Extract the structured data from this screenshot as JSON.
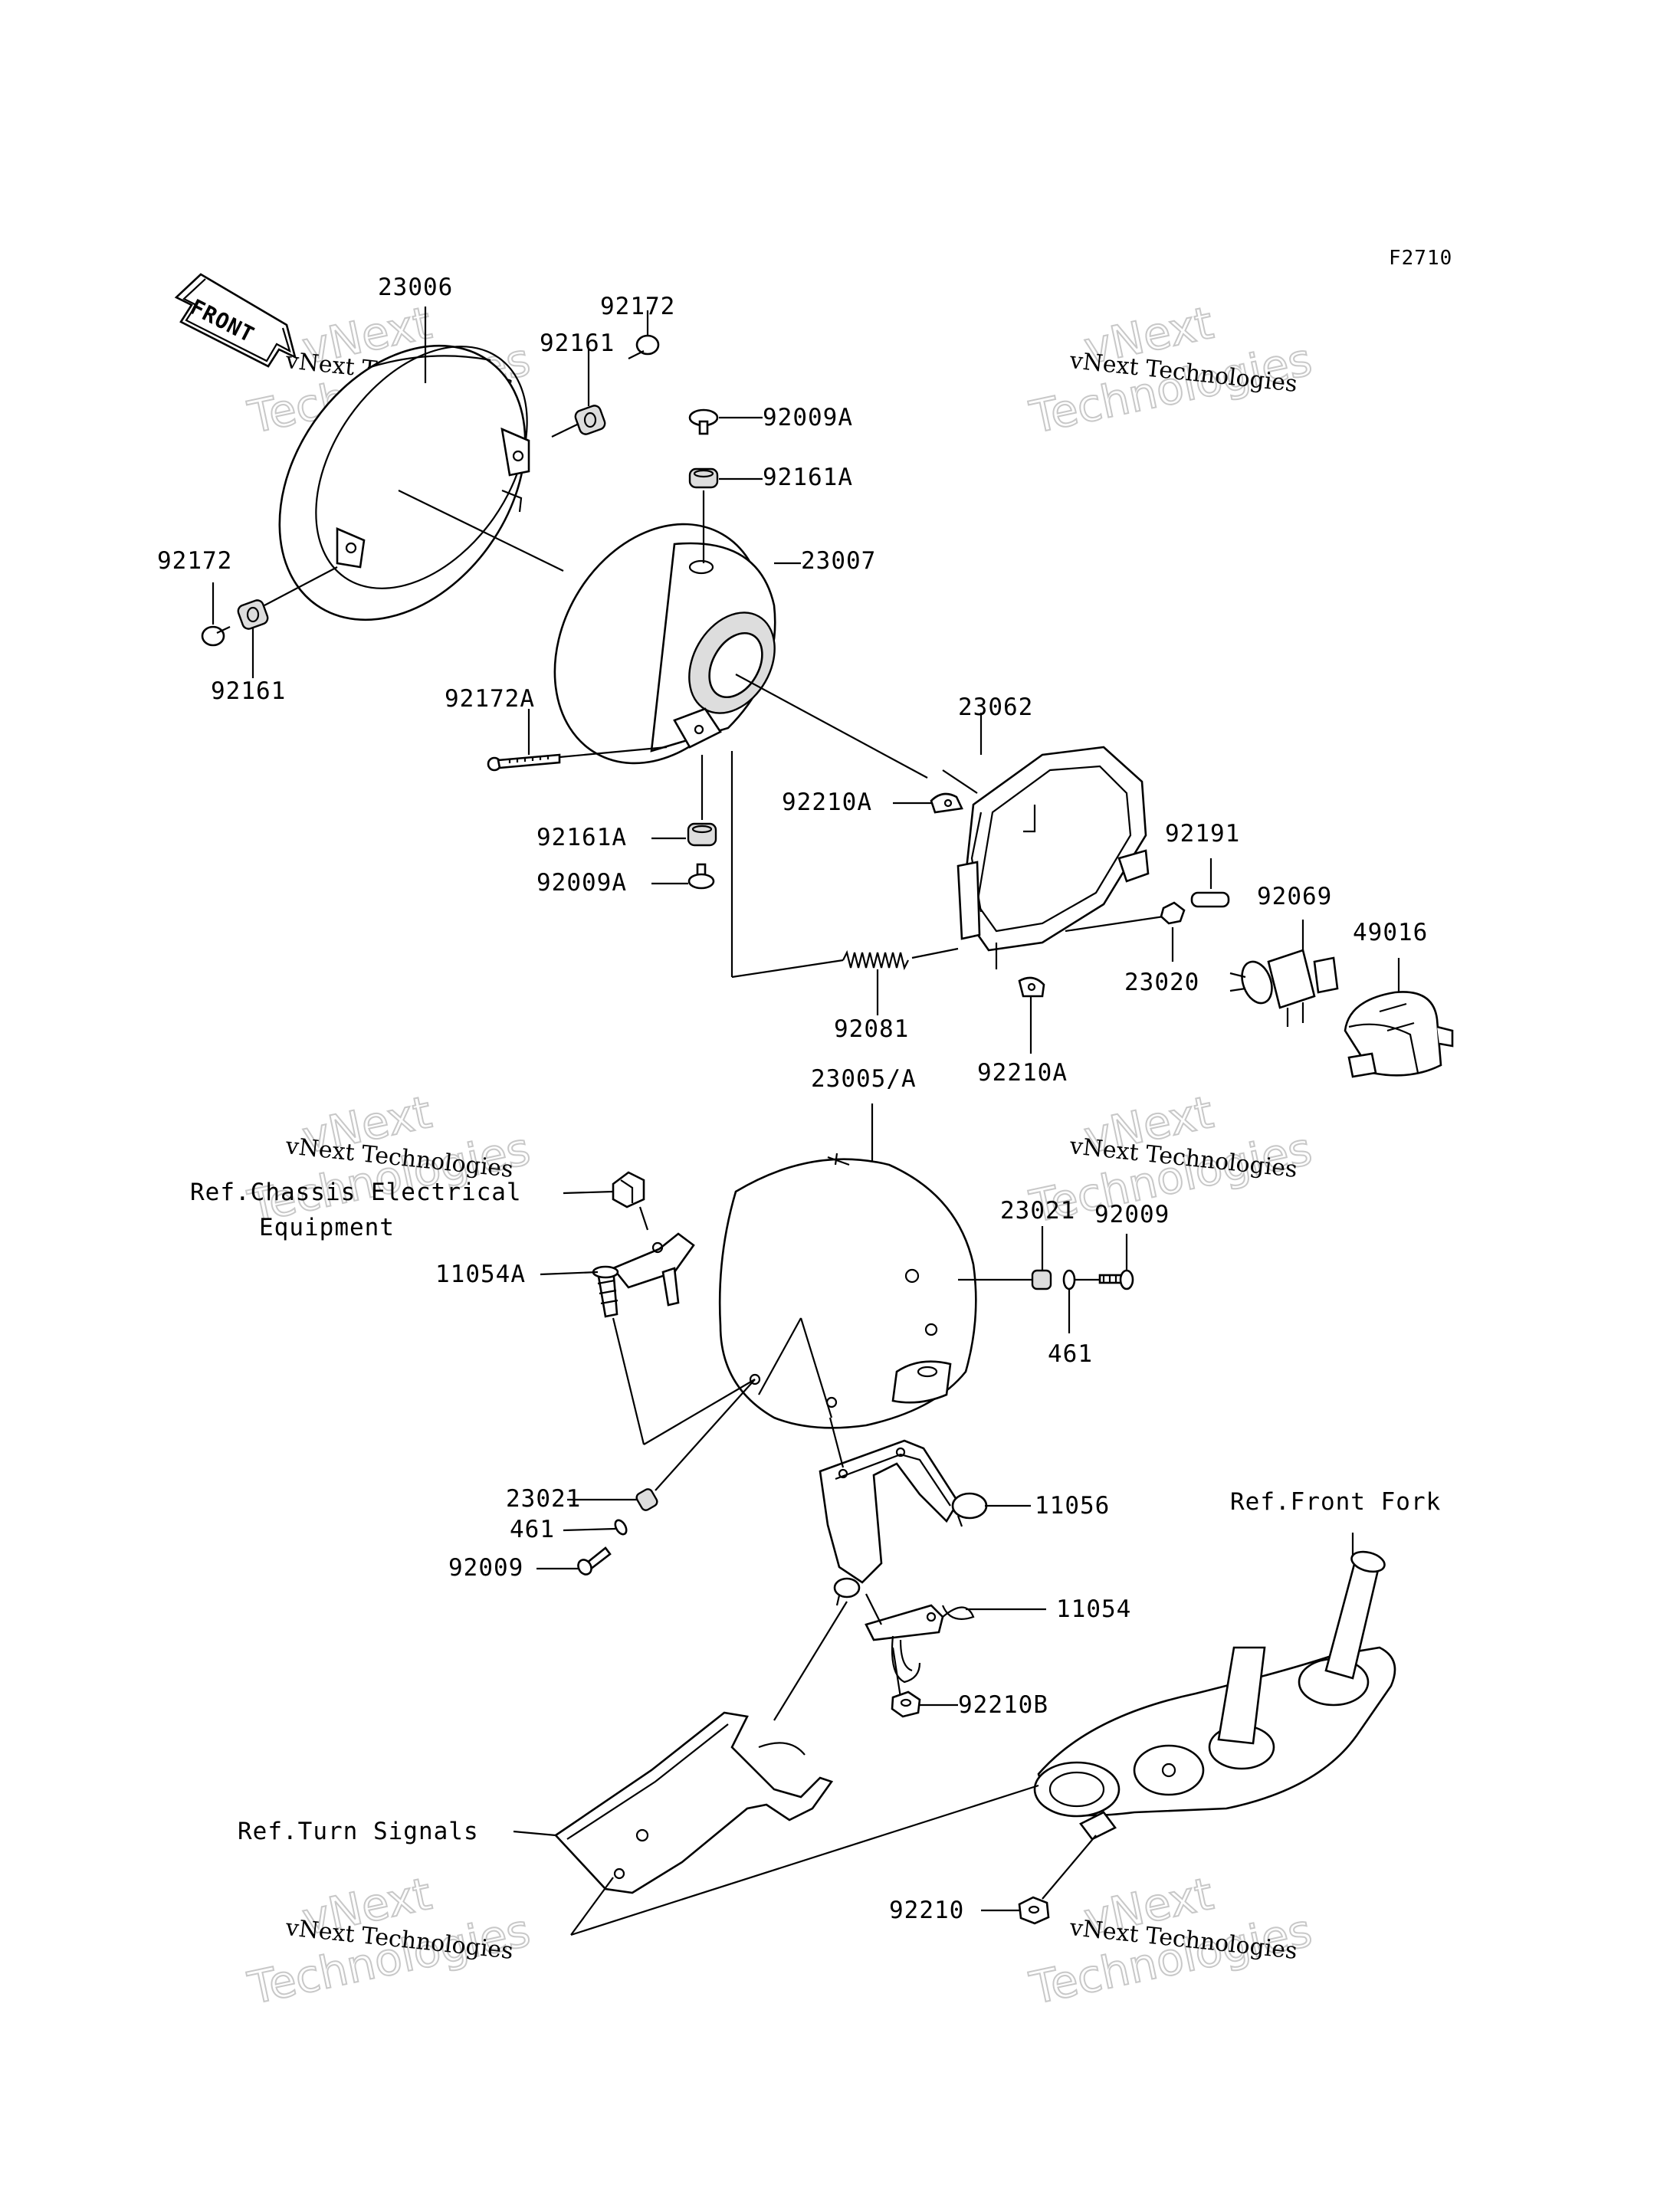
{
  "figure_code": "F2710",
  "front_arrow_label": "FRONT",
  "watermark": {
    "line1": "vNext",
    "line2": "vNext Technologies",
    "line3": "Technologies"
  },
  "callouts": {
    "c23006": "23006",
    "c92172_top": "92172",
    "c92161_top": "92161",
    "c92009A_top": "92009A",
    "c92161A_top": "92161A",
    "c23007": "23007",
    "c92172_left": "92172",
    "c92161_left": "92161",
    "c92172A": "92172A",
    "c23062": "23062",
    "c92210A_top": "92210A",
    "c92161A_bot": "92161A",
    "c92009A_bot": "92009A",
    "c92191": "92191",
    "c92069": "92069",
    "c49016": "49016",
    "c23020": "23020",
    "c92081": "92081",
    "c92210A_bot": "92210A",
    "c23005A": "23005/A",
    "ref_chassis_1": "Ref.Chassis Electrical",
    "ref_chassis_2": "Equipment",
    "c11054A": "11054A",
    "c23021_right": "23021",
    "c92009_right": "92009",
    "c461_right": "461",
    "c23021_left": "23021",
    "c461_left": "461",
    "c92009_left": "92009",
    "c11056": "11056",
    "ref_front_fork": "Ref.Front Fork",
    "c11054": "11054",
    "c92210B": "92210B",
    "ref_turn_signals": "Ref.Turn Signals",
    "c92210": "92210"
  }
}
